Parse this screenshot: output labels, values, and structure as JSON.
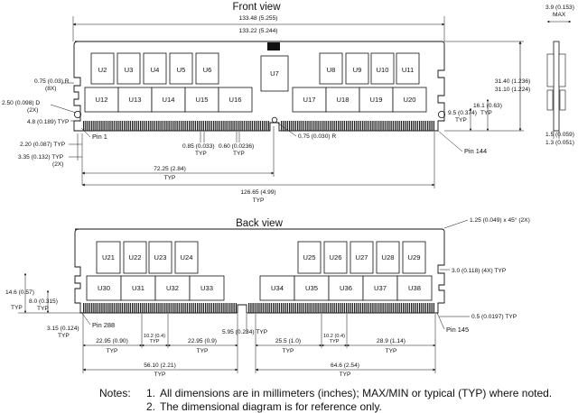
{
  "front": {
    "title": "Front view",
    "overall_length": "133.48 (5.255)",
    "overall_length_min": "133.22 (5.244)",
    "chips_top": [
      "U2",
      "U3",
      "U4",
      "U5",
      "U6",
      "U8",
      "U9",
      "U10",
      "U11"
    ],
    "chip_center": "U7",
    "chips_bottom": [
      "U12",
      "U13",
      "U14",
      "U15",
      "U16",
      "U17",
      "U18",
      "U19",
      "U20"
    ],
    "radius_label": "0.75 (0.03) R",
    "radius_count": "(8X)",
    "hole_label": "2.50 (0.098) D",
    "hole_count": "(2X)",
    "side_edge": "4.8 (0.189) TYP",
    "height_max": "31.40 (1.236)",
    "height_min": "31.10 (1.224)",
    "right_h1": "16.1 (0.63)",
    "right_h1_typ": "TYP",
    "right_h2": "9.5 (0.374)",
    "right_h2_typ": "TYP",
    "pin1": "Pin 1",
    "pin144": "Pin 144",
    "pitch": "0.85 (0.033)",
    "pitch_typ": "TYP",
    "pin_width": "0.60 (0.0236)",
    "pin_width_typ": "TYP",
    "notch_radius": "0.75 (0.030) R",
    "left_d1": "2.20 (0.087) TYP",
    "left_d2": "3.35 (0.132) TYP",
    "left_d2_count": "(2X)",
    "key_dist": "72.25 (2.84)",
    "key_dist_typ": "TYP",
    "total_pins": "126.65 (4.99)",
    "total_pins_typ": "TYP"
  },
  "side": {
    "thickness": "3.9 (0.153)",
    "thickness_max": "MAX",
    "pcb_max": "1.5 (0.059)",
    "pcb_min": "1.3 (0.051)"
  },
  "back": {
    "title": "Back view",
    "chamfer": "1.25 (0.049) x 45° (2X)",
    "chips_top": [
      "U21",
      "U22",
      "U23",
      "U24",
      "U25",
      "U26",
      "U27",
      "U28",
      "U29"
    ],
    "chips_bottom": [
      "U30",
      "U31",
      "U32",
      "U33",
      "U34",
      "U35",
      "U36",
      "U37",
      "U38"
    ],
    "notch_width": "3.0 (0.118) (4X) TYP",
    "left_h1": "14.6 (0.57)",
    "left_h1_typ": "TYP",
    "left_h2": "8.0 (0.315)",
    "left_h2_typ": "TYP",
    "pin288": "Pin 288",
    "pin145": "Pin 145",
    "edge_width": "0.5 (0.0197) TYP",
    "left_edge": "3.15 (0.124)",
    "left_edge_typ": "TYP",
    "seg_a": "22.95 (0.90)",
    "seg_a_typ": "TYP",
    "gap_a": "10.2 (0.4)",
    "gap_a_typ": "TYP",
    "seg_b": "22.95 (0.9)",
    "seg_b_typ": "TYP",
    "key_w": "5.95 (0.234) TYP",
    "seg_c": "25.5 (1.0)",
    "seg_c_typ": "TYP",
    "gap_b": "10.2 (0.4)",
    "gap_b_typ": "TYP",
    "seg_d": "28.9 (1.14)",
    "seg_d_typ": "TYP",
    "left_span": "56.10 (2.21)",
    "left_span_typ": "TYP",
    "right_span": "64.6 (2.54)",
    "right_span_typ": "TYP"
  },
  "notes": {
    "label": "Notes:",
    "n1_num": "1.",
    "n1": "All dimensions are in millimeters (inches); MAX/MIN or typical (TYP) where noted.",
    "n2_num": "2.",
    "n2": "The dimensional diagram is for reference only."
  }
}
